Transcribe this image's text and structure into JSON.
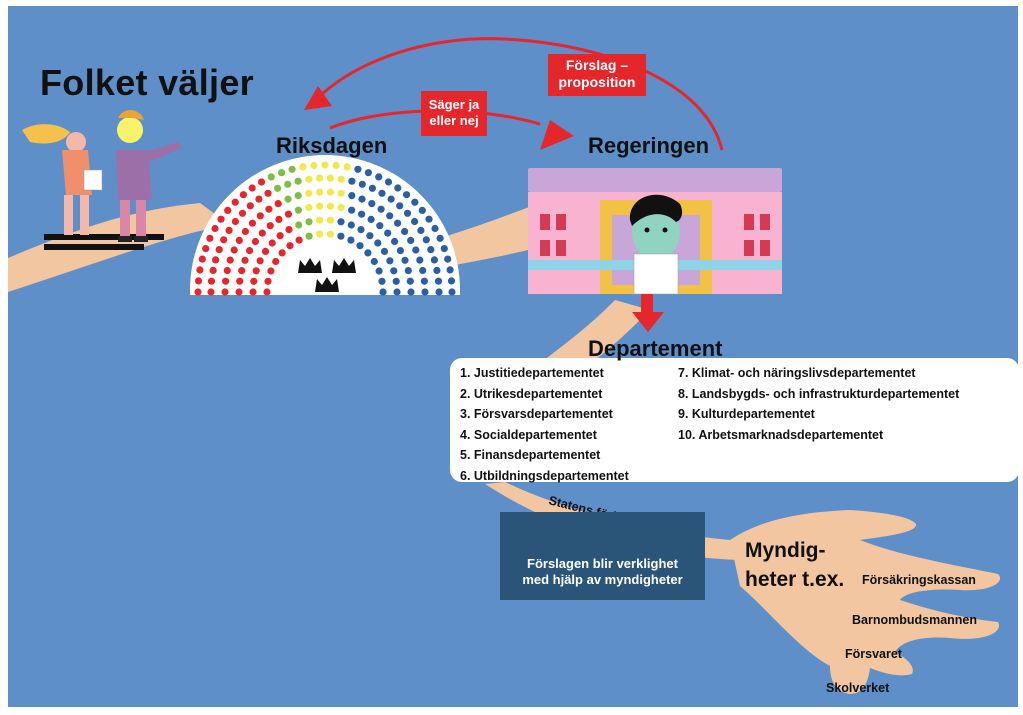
{
  "title": "Folket väljer",
  "riksdagen_label": "Riksdagen",
  "regeringen_label": "Regeringen",
  "proposition_label": [
    "Förslag –",
    "proposition"
  ],
  "sager_label": [
    "Säger ja",
    "eller nej"
  ],
  "departement": {
    "heading": "Departement",
    "col1": [
      "1. Justitiedepartementet",
      "2. Utrikesdepartementet",
      "3. Försvarsdepartementet",
      "4. Socialdepartementet",
      "5. Finansdepartementet",
      "6. Utbildningsdepartementet"
    ],
    "col2": [
      "7. Klimat- och näringslivsdepartementet",
      "8. Landsbygds- och infrastrukturdepartementet",
      "9. Kulturdepartementet",
      "10. Arbetsmarknadsdepartementet"
    ]
  },
  "arm_label": "Statens förlängda arm",
  "info_box": [
    "Förslagen blir verklighet",
    "med hjälp av myndigheter"
  ],
  "myndigheter": {
    "heading": [
      "Myndig-",
      "heter t.ex."
    ],
    "items": [
      "Försäkringskassan",
      "Barnombudsmannen",
      "Försvaret",
      "Skolverket"
    ]
  },
  "colors": {
    "background": "#5f8fc8",
    "arm": "#f1c6a0",
    "arrow_red": "#e5262b",
    "seat_left": "#e5262b",
    "seat_green": "#7dbe43",
    "seat_yellow": "#f1e84a",
    "seat_right": "#2a5fa6",
    "info_box": "#2a5478"
  },
  "icons": [
    "three-crowns-icon",
    "citizens-illustration",
    "government-building-illustration",
    "minister-illustration"
  ]
}
